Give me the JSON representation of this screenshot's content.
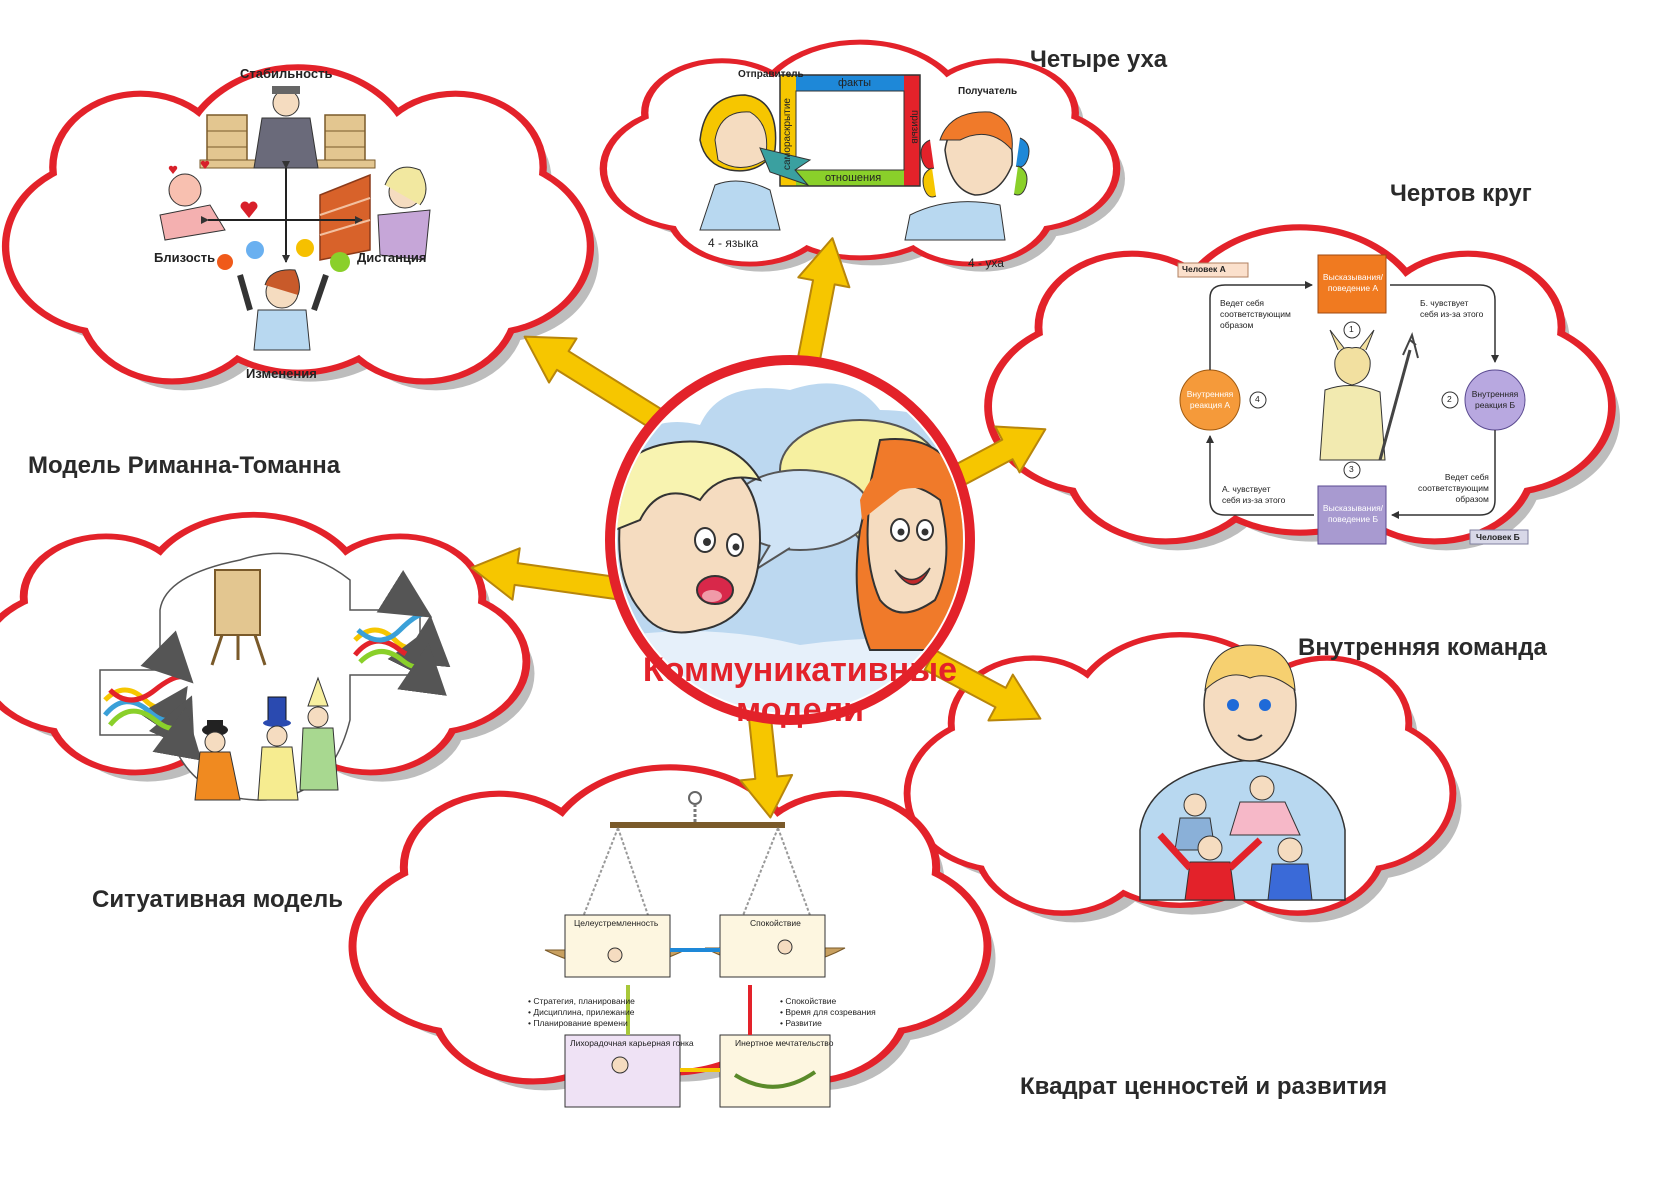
{
  "center": {
    "title_line1": "Коммуникативные",
    "title_line2": "модели"
  },
  "labels": {
    "riemann": "Модель Риманна-Томанна",
    "ears": "Четыре уха",
    "circle": "Чертов круг",
    "team": "Внутренняя команда",
    "situational": "Ситуативная модель",
    "square": "Квадрат ценностей и развития"
  },
  "riemann": {
    "top": "Стабильность",
    "left": "Близость",
    "right": "Дистанция",
    "bottom": "Изменения"
  },
  "ears": {
    "sender": "Отправитель",
    "receiver": "Получатель",
    "facts": "факты",
    "self": "самораскрытие",
    "appeal": "призыв",
    "relation": "отношения",
    "tongues": "4 - языка",
    "ears4": "4 - уха"
  },
  "circle": {
    "personA": "Человек А",
    "personB": "Человек Б",
    "boxA1": "Высказывания/",
    "boxA2": "поведение А",
    "boxB1": "Высказывания/",
    "boxB2": "поведение Б",
    "reactA1": "Внутренняя",
    "reactA2": "реакция А",
    "reactB1": "Внутренняя",
    "reactB2": "реакция Б",
    "textTL1": "Ведет себя",
    "textTL2": "соответствующим",
    "textTL3": "образом",
    "textTR1": "Б. чувствует",
    "textTR2": "себя из-за этого",
    "textBR1": "Ведет себя",
    "textBR2": "соответствующим",
    "textBR3": "образом",
    "textBL1": "А. чувствует",
    "textBL2": "себя из-за этого",
    "n1": "1",
    "n2": "2",
    "n3": "3",
    "n4": "4"
  },
  "square": {
    "tl": "Целеустремленность",
    "tr": "Спокойствие",
    "bl": "Лихорадочная карьерная гонка",
    "br": "Инертное мечтательство",
    "left_b1": "• Стратегия, планирование",
    "left_b2": "• Дисциплина, прилежание",
    "left_b3": "• Планирование времени",
    "right_b1": "• Спокойствие",
    "right_b2": "• Время для созревания",
    "right_b3": "• Развитие"
  },
  "colors": {
    "cloud_border": "#e3222a",
    "cloud_shadow": "#bdbdbd",
    "arrow": "#f6c600",
    "title": "#e3222a"
  }
}
